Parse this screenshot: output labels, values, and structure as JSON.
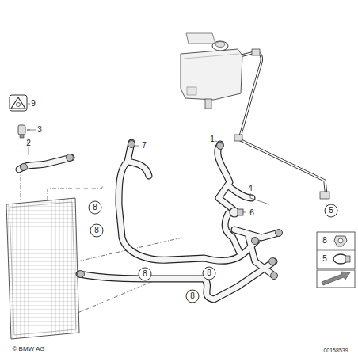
{
  "diagram": {
    "labels": [
      "9",
      "3",
      "2",
      "7",
      "1",
      "4",
      "6",
      "5",
      "8",
      "8",
      "8",
      "8",
      "8",
      "8",
      "5",
      "© BMW AG",
      "00158539"
    ]
  }
}
